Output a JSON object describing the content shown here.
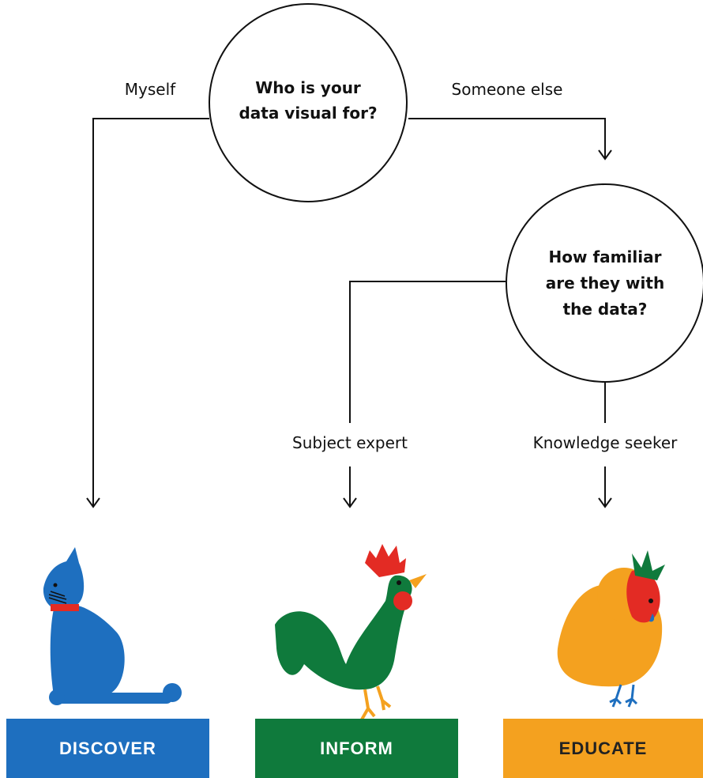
{
  "question_1": {
    "line_1": "Who is your",
    "line_2": "data visual for?"
  },
  "question_2": {
    "line_1": "How familiar",
    "line_2": "are they with",
    "line_3": "the data?"
  },
  "answers": {
    "myself": "Myself",
    "someone_else": "Someone else",
    "subject_expert": "Subject expert",
    "knowledge_seeker": "Knowledge seeker"
  },
  "outcomes": {
    "discover": "DISCOVER",
    "inform": "INFORM",
    "educate": "EDUCATE"
  },
  "colors": {
    "discover": "#1e6fbf",
    "inform": "#0f7a3c",
    "educate": "#f4a11f",
    "accent_red": "#e32b24"
  },
  "icons": {
    "discover": "cat-icon",
    "inform": "rooster-icon",
    "educate": "owl-icon"
  }
}
